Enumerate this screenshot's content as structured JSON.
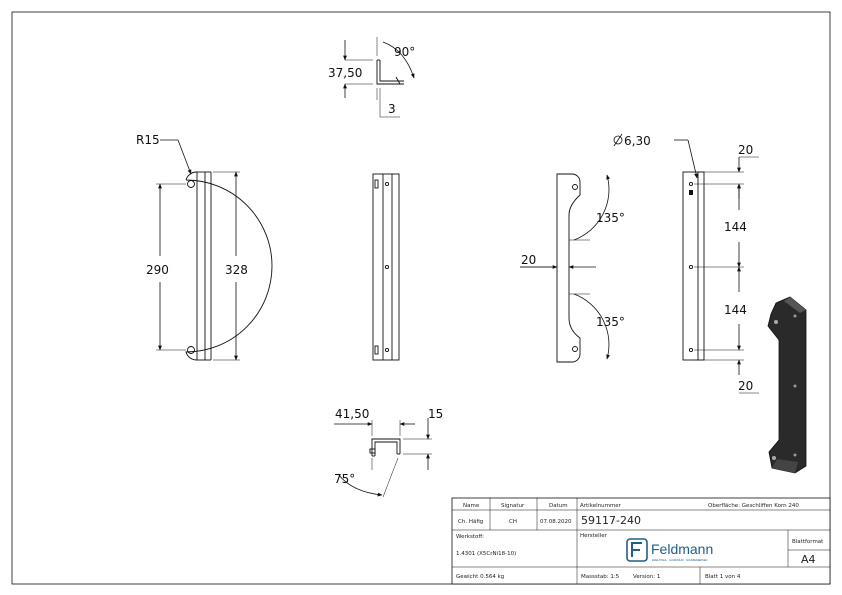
{
  "dimensions": {
    "top_angle": "90°",
    "top_height": "37,50",
    "top_thickness": "3",
    "radius": "R15",
    "hole_spacing": "290",
    "overall_length": "328",
    "diameter": "6,30",
    "angle_upper": "135°",
    "angle_lower": "135°",
    "handle_width": "20",
    "end_top": "20",
    "spacing_1": "144",
    "spacing_2": "144",
    "end_bottom": "20",
    "bottom_width": "41,50",
    "bottom_height": "15",
    "bottom_angle": "75°"
  },
  "title_block": {
    "name_label": "Name",
    "signatur_label": "Signatur",
    "datum_label": "Datum",
    "name_value": "Ch. Häfig",
    "signatur_value": "CH",
    "datum_value": "07.08.2020",
    "artikel_label": "Artikelnummer",
    "artikel_value": "59117-240",
    "oberflaeche": "Oberfläche: Geschliffen Korn 240",
    "werkstoff_label": "Werkstoff:",
    "werkstoff_value": "1.4301 (X5CrNi18-10)",
    "hersteller_label": "Hersteller",
    "logo_text": "Feldmann",
    "logo_tagline": "EDELSTAHL · ALUMINIUM · SCHMIEDEEISEN",
    "blattformat_label": "Blattformat",
    "blattformat_value": "A4",
    "gewicht": "Gewicht 0.564 kg",
    "massstab": "Massstab: 1:5",
    "version": "Version: 1",
    "blatt": "Blatt 1 von 4"
  },
  "colors": {
    "line": "#111111",
    "part_3d": "#2a2a2a",
    "brand": "#1f5f8b"
  }
}
